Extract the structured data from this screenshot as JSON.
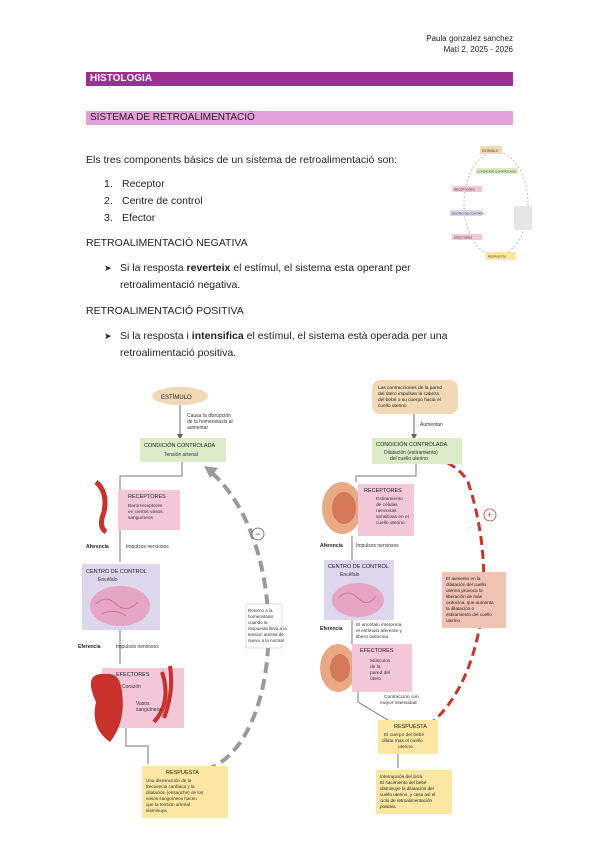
{
  "header": {
    "author": "Paula gonzalez sanchez",
    "course": "Matí 2, 2025 - 2026"
  },
  "section_title": "HISTOLOGIA",
  "subsection_title": "SISTEMA DE RETROALIMENTACIÓ",
  "intro": "Els tres components bàsics de un sistema de retroalimentació son:",
  "components": [
    "Receptor",
    "Centre de control",
    "Efector"
  ],
  "negative": {
    "heading": "RETROALIMENTACIÓ NEGATIVA",
    "pre": "Si la resposta ",
    "keyword": "reverteix",
    "post_line1": " el estímul, el sistema esta operant per",
    "line2": "retroalimentació negativa."
  },
  "positive": {
    "heading": "RETROALIMENTACIÓ POSITIVA",
    "pre": "Si la resposta i ",
    "keyword": "intensifica",
    "post_line1": " el estímul, el sistema està operada per una",
    "line2": "retroalimentació positiva."
  },
  "thumbnail": {
    "stimulus": "ESTÍMULO",
    "controlled": "CONDICIÓN CONTROLADA",
    "receptors": "RECEPTORES",
    "control": "CENTRO DE CONTROL",
    "effectors": "EFECTORES",
    "response": "RESPUESTA"
  },
  "left_diagram": {
    "stimulus": "ESTÍMULO",
    "stimulus_note": [
      "Causa la disrupción",
      "de la homeostasis al",
      "aumentar"
    ],
    "controlled_title": "CONDICIÓN CONTROLADA",
    "controlled_sub": "Tensión arterial",
    "receptors_title": "RECEPTORES",
    "receptors_sub": [
      "Barorreceptores",
      "en ciertos vasos",
      "sanguíneos"
    ],
    "afferent": "Aferencia",
    "afferent_note": "Impulsos nerviosos",
    "control_title": "CENTRO DE CONTROL",
    "control_sub": "Encéfalo",
    "efferent": "Eferencia",
    "efferent_note": "Impulsos nerviosos",
    "effectors_title": "EFECTORES",
    "effectors_sub1": "Corazón",
    "effectors_sub2": [
      "Vasos",
      "sanguíneos"
    ],
    "return_note": [
      "Retorno a la",
      "homeostasis",
      "cuando la",
      "respuesta lleva a la",
      "tensión arterial de",
      "nuevo a la normal"
    ],
    "response_title": "RESPUESTA",
    "response_text": [
      "Una disminución de la",
      "frecuencia cardíaca y la",
      "dilatación (ensanche) de los",
      "vasos sanguíneos hacen",
      "que la tensión arterial",
      "disminuya"
    ],
    "sign": "−"
  },
  "right_diagram": {
    "stimulus_text": [
      "Las contracciones de la pared",
      "del útero impulsan la cabeza",
      "del bebé o su cuerpo hacia el",
      "cuello uterino"
    ],
    "increase": "Aumentan",
    "controlled_title": "CONDICIÓN CONTROLADA",
    "controlled_sub": [
      "Dilatación (estiramiento)",
      "del cuello uterino"
    ],
    "receptors_title": "RECEPTORES",
    "receptors_sub": [
      "Estiramiento",
      "de células",
      "nerviosas",
      "sensitivas en el",
      "cuello uterino"
    ],
    "afferent": "Aferencia",
    "afferent_note": "Impulsos nerviosos",
    "control_title": "CENTRO DE CONTROL",
    "control_sub": "Encéfalo",
    "efferent": "Eferencia",
    "efferent_note": [
      "El encéfalo interpreta",
      "el estímulo aferente y",
      "libera oxitocina"
    ],
    "effectors_title": "EFECTORES",
    "effectors_sub": [
      "Músculos",
      "de la",
      "pared del",
      "útero"
    ],
    "contraction_note": [
      "Contracción con",
      "mayor intensidad"
    ],
    "side_note": [
      "El aumento en la",
      "dilatación del cuello",
      "uterino provoca la",
      "liberación de más",
      "oxitocina, que aumenta",
      "la dilatación o",
      "estiramiento del cuello",
      "uterino"
    ],
    "response_title": "RESPUESTA",
    "response_text": [
      "El cuerpo del bebé",
      "dilata más el cuello",
      "uterino"
    ],
    "end_text": [
      "Interrupción del ciclo.",
      "El nacimiento del bebé",
      "disminuye la dilatación del",
      "cuello uterino, y cesa así el",
      "ciclo de retroalimentación",
      "positiva"
    ],
    "sign": "+"
  },
  "colors": {
    "main_bar": "#9c2f92",
    "sub_bar": "#e39fd9",
    "tan_box": "#f2d9b5",
    "green_box": "#dcebc8",
    "pink_box": "#f3c7d8",
    "lilac_box": "#ddd6ec",
    "yellow_box": "#fbe6a2",
    "grey_arrow": "#9a9a9a",
    "red_arrow": "#c0392b"
  }
}
